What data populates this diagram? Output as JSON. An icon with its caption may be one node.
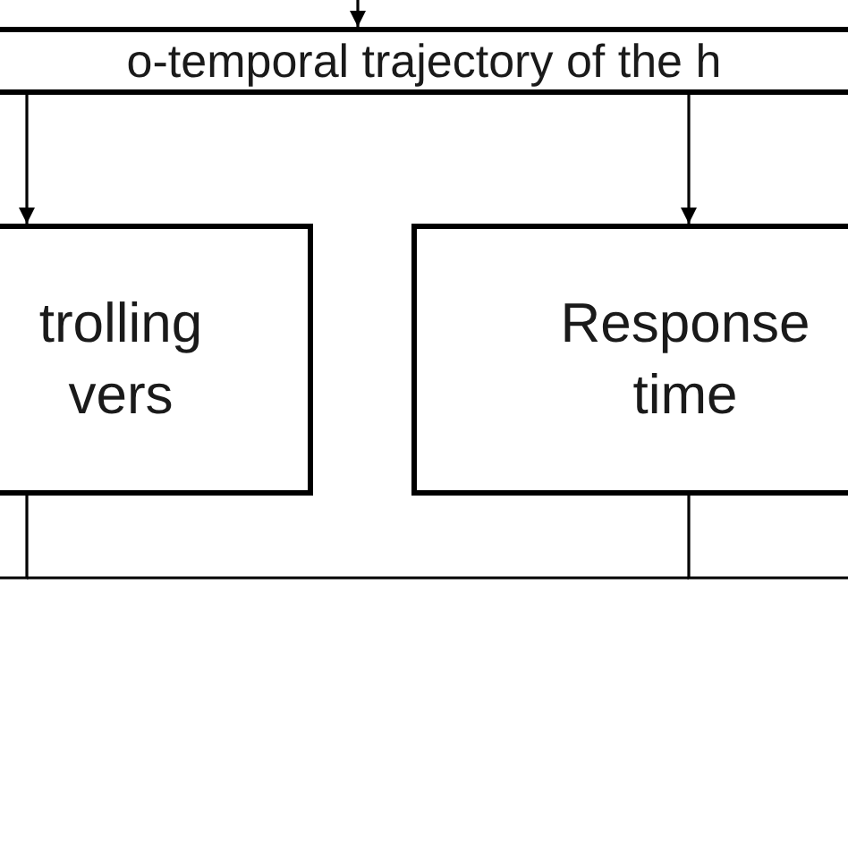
{
  "diagram": {
    "nodes": [
      {
        "text": [
          "o-temporal trajectory of the h"
        ]
      },
      {
        "text": [
          "trolling vers"
        ]
      },
      {
        "text": [
          "Response time"
        ]
      }
    ],
    "edges": [
      {
        "from": null,
        "to": 0,
        "arrow": "to"
      },
      {
        "from": 0,
        "to": 1,
        "arrow": "to"
      },
      {
        "from": 0,
        "to": 2,
        "arrow": "to"
      },
      {
        "from": 1,
        "to": null,
        "arrow": "none"
      },
      {
        "from": 2,
        "to": null,
        "arrow": "none"
      }
    ]
  }
}
